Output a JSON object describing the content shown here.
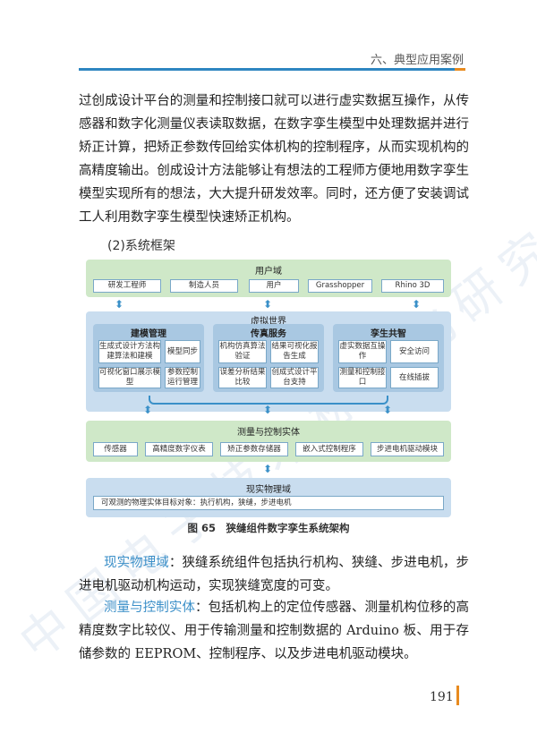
{
  "header": {
    "chapter_title": "六、典型应用案例"
  },
  "body": {
    "intro_paragraph": "过创成设计平台的测量和控制接口就可以进行虚实数据互操作，从传感器和数字化测量仪表读取数据，在数字孪生模型中处理数据并进行矫正计算，把矫正参数传回给实体机构的控制程序，从而实现机构的高精度输出。创成设计方法能够让有想法的工程师方便地用数字孪生模型实现所有的想法，大大提升研发效率。同时，还方便了安装调试工人利用数字孪生模型快速矫正机构。",
    "subheading": "(2)系统框架"
  },
  "figure": {
    "user_domain": {
      "title": "用户域",
      "items": [
        "研发工程师",
        "制造人员",
        "用户",
        "Grasshopper",
        "Rhino 3D"
      ]
    },
    "virtual_world": {
      "title": "虚拟世界",
      "modeling": {
        "title": "建模管理",
        "items": [
          "生成式设计方法构建算法和建模",
          "模型同步",
          "可视化窗口展示模型",
          "参数控制运行管理"
        ]
      },
      "simulation": {
        "title": "传真服务",
        "items": [
          "机构仿真算法验证",
          "结果可视化报告生成",
          "误差分析结果比较",
          "创成式设计平台支持"
        ]
      },
      "twin": {
        "title": "孪生共智",
        "items": [
          "虚实数据互操作",
          "安全访问",
          "测量和控制接口",
          "在线插拔"
        ]
      }
    },
    "measure_domain": {
      "title": "测量与控制实体",
      "items": [
        "传感器",
        "高精度数字仪表",
        "矫正参数存储器",
        "嵌入式控制程序",
        "步进电机驱动模块"
      ]
    },
    "physical_domain": {
      "title": "现实物理域",
      "desc": "可观测的物理实体目标对象：执行机构，狭缝，步进电机"
    },
    "caption": "图 65　狭缝组件数字孪生系统架构"
  },
  "after": {
    "p1_lead": "现实物理域",
    "p1_text": "：狭缝系统组件包括执行机构、狭缝、步进电机，步进电机驱动机构运动，实现狭缝宽度的可变。",
    "p2_lead": "测量与控制实体",
    "p2_text": "：包括机构上的定位传感器、测量机构位移的高精度数字比较仪、用于传输测量和控制数据的 Arduino 板、用于存储参数的 EEPROM、控制程序、以及步进电机驱动模块。"
  },
  "footer": {
    "page_number": "191"
  },
  "watermark": {
    "text": "中国电子技术标准化研究院"
  },
  "colors": {
    "accent": "#2e86c1",
    "orange": "#e88b1f",
    "green": "#cfe8c8",
    "blue": "#c9ddef"
  }
}
